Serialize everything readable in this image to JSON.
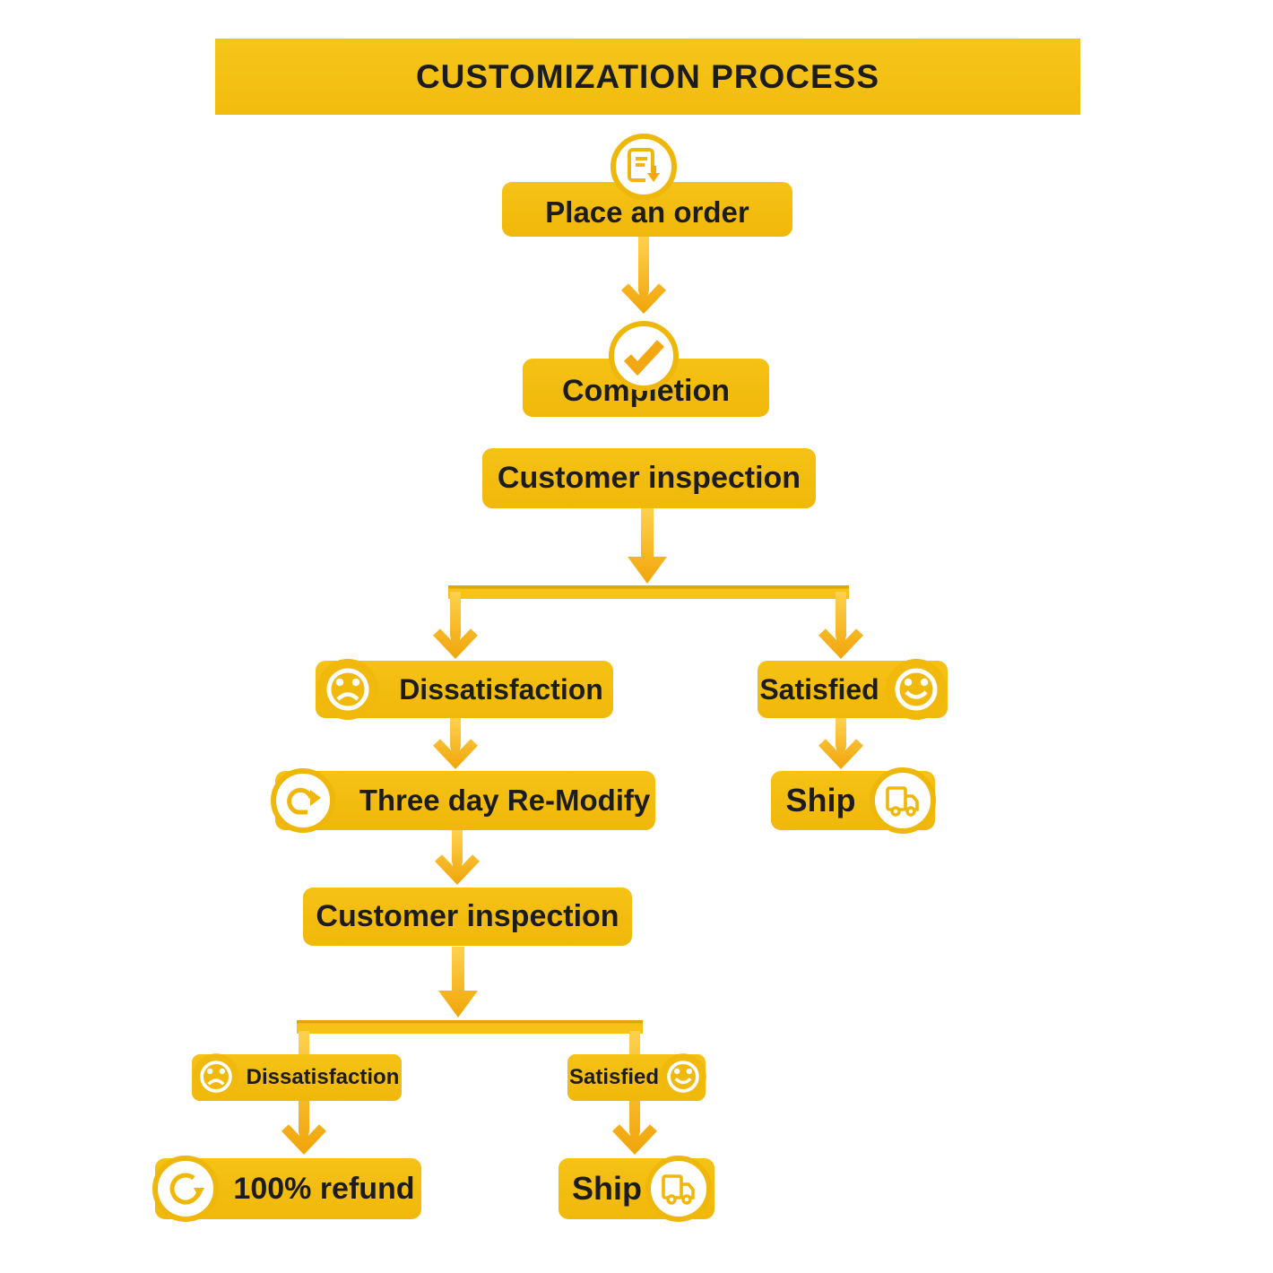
{
  "title": "CUSTOMIZATION PROCESS",
  "colors": {
    "gold": "#F2BC0D",
    "gold_light": "#F5C215",
    "arrow_gradient_top": "#FFD14E",
    "arrow_gradient_bottom": "#F0A408",
    "icon_ring": "#EFB70A",
    "icon_disc": "#FFFFFF",
    "checkmark": "#F3A713",
    "text": "#1C1C1C",
    "background": "#FFFFFF"
  },
  "nodes": {
    "place_order": {
      "label": "Place an order",
      "icon": "document-download-icon"
    },
    "completion": {
      "label": "Completion",
      "icon": "checkmark-icon"
    },
    "inspection1": {
      "label": "Customer inspection",
      "icon": ""
    },
    "dissatisfaction1": {
      "label": "Dissatisfaction",
      "icon": "sad-face-icon"
    },
    "satisfied1": {
      "label": "Satisfied",
      "icon": "smiley-face-icon"
    },
    "remodify": {
      "label": "Three day Re-Modify",
      "icon": "redo-icon"
    },
    "ship1": {
      "label": "Ship",
      "icon": "truck-icon"
    },
    "inspection2": {
      "label": "Customer inspection",
      "icon": ""
    },
    "dissatisfaction2": {
      "label": "Dissatisfaction",
      "icon": "sad-face-icon"
    },
    "satisfied2": {
      "label": "Satisfied",
      "icon": "smiley-face-icon"
    },
    "refund": {
      "label": "100% refund",
      "icon": "refund-refresh-icon"
    },
    "ship2": {
      "label": "Ship",
      "icon": "truck-icon"
    }
  }
}
